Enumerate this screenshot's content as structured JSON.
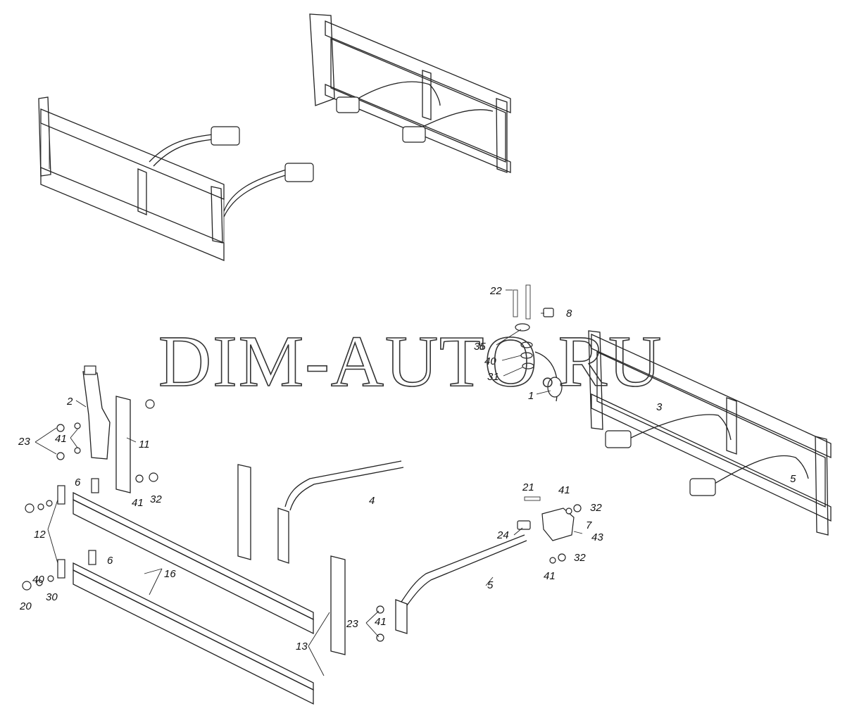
{
  "watermark": "DIM-AUTO.RU",
  "labels": {
    "l22": "22",
    "l8": "8",
    "l35": "35",
    "l40a": "40",
    "l31": "31",
    "l1": "1",
    "l3": "3",
    "l5a": "5",
    "l2": "2",
    "l11": "11",
    "l23a": "23",
    "l41a": "41",
    "l6a": "6",
    "l41b": "41",
    "l32a": "32",
    "l4": "4",
    "l21": "21",
    "l41c": "41",
    "l32b": "32",
    "l24": "24",
    "l7": "7",
    "l43": "43",
    "l32c": "32",
    "l41d": "41",
    "l12": "12",
    "l6b": "6",
    "l16": "16",
    "l40b": "40",
    "l20": "20",
    "l30": "30",
    "l5b": "5",
    "l23b": "23",
    "l41e": "41",
    "l13": "13"
  }
}
